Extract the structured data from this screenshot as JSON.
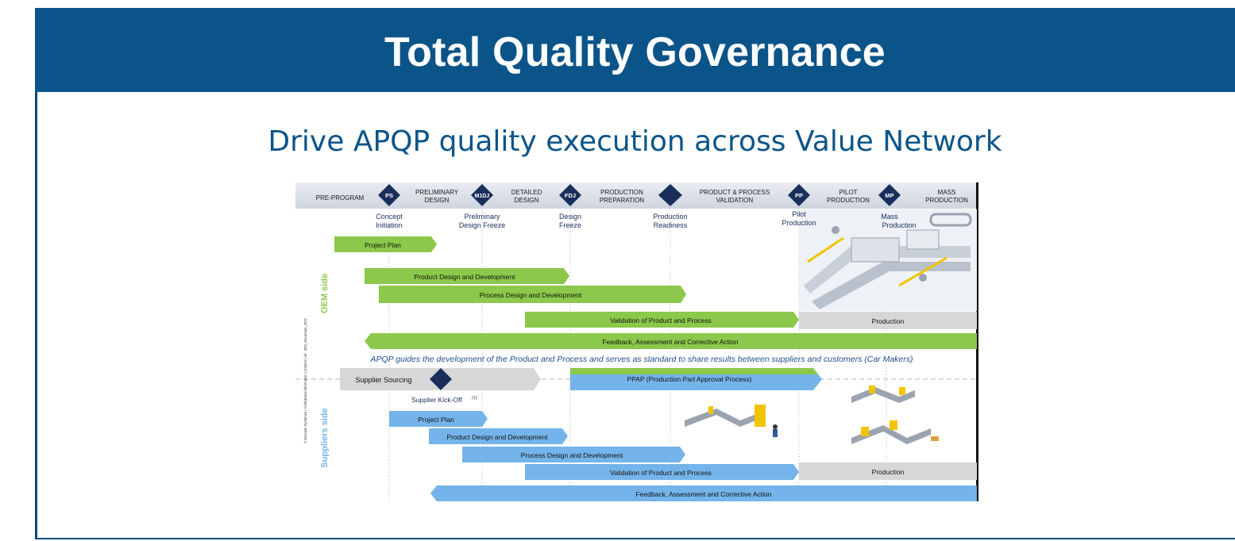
{
  "header": {
    "title": "Total Quality Governance"
  },
  "subtitle": "Drive APQP quality execution across Value Network",
  "phases": [
    {
      "line1": "PRE-PROGRAM",
      "line2": ""
    },
    {
      "line1": "PRELIMINARY",
      "line2": "DESIGN"
    },
    {
      "line1": "DETAILED",
      "line2": "DESIGN"
    },
    {
      "line1": "PRODUCTION",
      "line2": "PREPARATION"
    },
    {
      "line1": "PRODUCT & PROCESS",
      "line2": "VALIDATION"
    },
    {
      "line1": "PILOT",
      "line2": "PRODUCTION"
    },
    {
      "line1": "MASS",
      "line2": "PRODUCTION"
    }
  ],
  "gates": [
    {
      "code": "PS",
      "line1": "Concept",
      "line2": "Initiation"
    },
    {
      "code": "M1DJ",
      "line1": "Preliminary",
      "line2": "Design Freeze"
    },
    {
      "code": "FDJ",
      "line1": "Design",
      "line2": "Freeze"
    },
    {
      "code": "",
      "line1": "Production",
      "line2": "Readiness"
    },
    {
      "code": "PP",
      "line1": "Pilot",
      "line2": "Production"
    },
    {
      "code": "MP",
      "line1": "Mass",
      "line2": "Production"
    }
  ],
  "side_labels": {
    "oem": "OEM side",
    "suppliers": "Suppliers side"
  },
  "vertical_note": "© Dassault Systèmes | Confidential Information | 2/23/24 | ref.: 3DS_Document_2021",
  "oem_bars": {
    "project_plan": "Project Plan",
    "product_design": "Product Design and Development",
    "process_design": "Process Design and Development",
    "validation": "Validation of Product and Process",
    "production": "Production",
    "feedback": "Feedback, Assessment and Corrective Action"
  },
  "apqp_note": "APQP guides the development of the Product and Process and serves as standard to share results between suppliers and customers (Car Makers)",
  "supplier_sourcing": "Supplier Sourcing",
  "supplier_kickoff": "Supplier Kick-Off",
  "supplier_kickoff_note": "(1)",
  "ppap": "PPAP (Production Part Approval Process)",
  "supplier_bars": {
    "project_plan": "Project Plan",
    "product_design": "Product Design and Development",
    "process_design": "Process Design and Development",
    "validation": "Validation of Product and Process",
    "production": "Production",
    "feedback": "Feedback, Assessment and Corrective Action"
  },
  "colors": {
    "banner": "#0b5489",
    "oem_green": "#8cc84b",
    "supplier_blue": "#74b4ea",
    "gate_navy": "#1a2e5c",
    "grey": "#d7d7d7"
  }
}
